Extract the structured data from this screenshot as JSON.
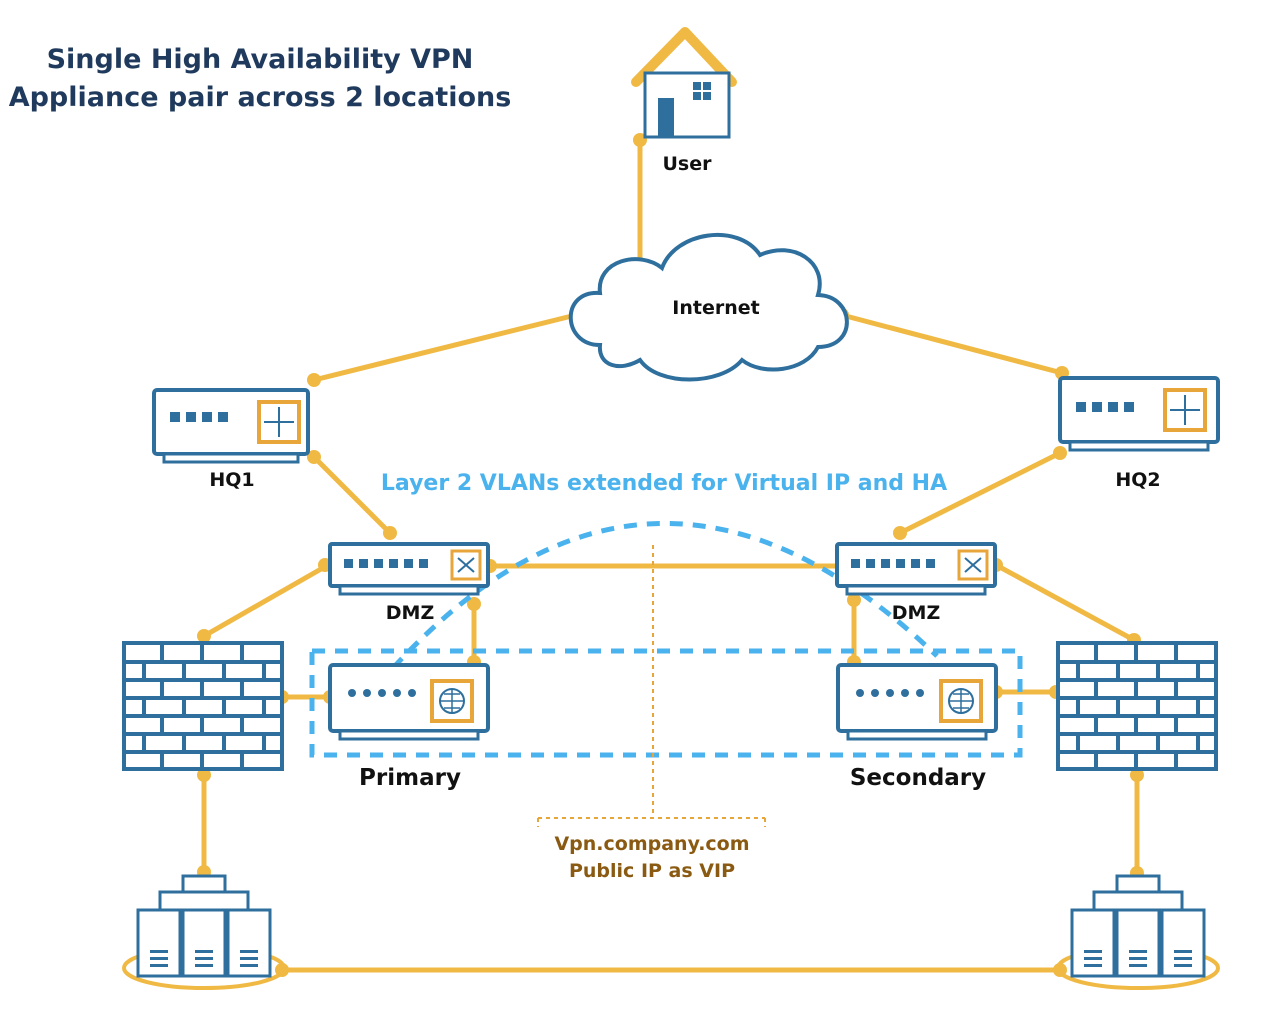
{
  "title": {
    "line1": "Single High Availability VPN",
    "line2": "Appliance pair across 2 locations"
  },
  "labels": {
    "user": "User",
    "internet": "Internet",
    "hq1": "HQ1",
    "hq2": "HQ2",
    "dmz_left": "DMZ",
    "dmz_right": "DMZ",
    "primary": "Primary",
    "secondary": "Secondary",
    "vlan_note": "Layer 2 VLANs extended for Virtual IP and HA",
    "vip_line1": "Vpn.company.com",
    "vip_line2": "Public IP as VIP"
  },
  "colors": {
    "link": "#f0b944",
    "device_stroke": "#2e6f9e",
    "vlan": "#4ab2ec",
    "vip_text": "#8a5a12",
    "title": "#1f3a5c"
  },
  "icons": [
    "house-icon",
    "cloud-icon",
    "router-icon",
    "switch-icon",
    "vpn-appliance-icon",
    "firewall-icon",
    "server-cluster-icon"
  ]
}
